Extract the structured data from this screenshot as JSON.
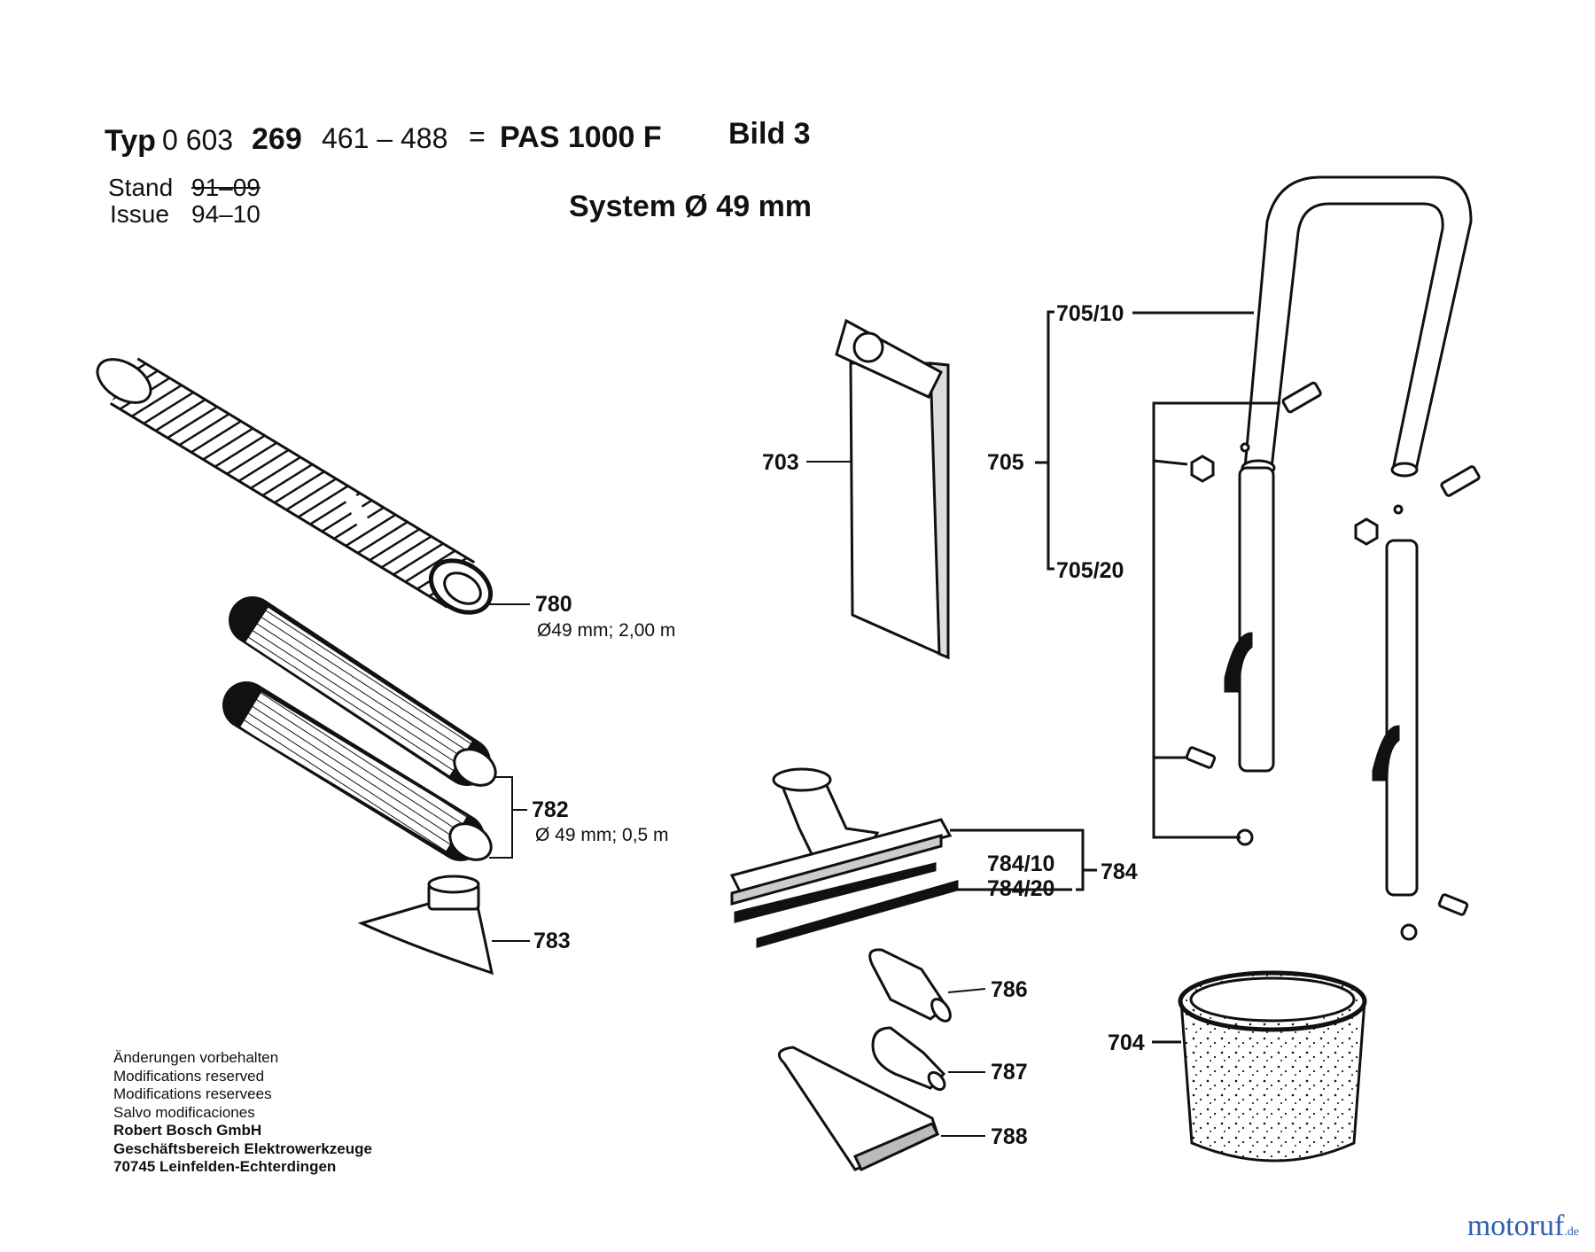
{
  "header": {
    "typ_label": "Typ",
    "typ_number_a": "0 603",
    "typ_number_b": "269",
    "range": "461 – 488",
    "equals": "=",
    "model": "PAS 1000 F",
    "bild": "Bild 3",
    "stand_label": "Stand",
    "stand_old": "91–09",
    "issue_label": "Issue",
    "issue_value": "94–10",
    "system": "System Ø 49 mm"
  },
  "parts": [
    {
      "num": "780",
      "spec": "Ø49 mm; 2,00 m",
      "name": "suction-hose"
    },
    {
      "num": "782",
      "spec": "Ø 49 mm; 0,5 m",
      "name": "extension-tubes"
    },
    {
      "num": "783",
      "name": "floor-nozzle-small"
    },
    {
      "num": "703",
      "name": "filter-bag"
    },
    {
      "num": "705",
      "name": "handle-assembly"
    },
    {
      "num": "705/10",
      "name": "handle-upper"
    },
    {
      "num": "705/20",
      "name": "handle-lower"
    },
    {
      "num": "784",
      "name": "floor-nozzle"
    },
    {
      "num": "784/10",
      "name": "nozzle-strip"
    },
    {
      "num": "784/20",
      "name": "nozzle-brush"
    },
    {
      "num": "786",
      "name": "crevice-nozzle"
    },
    {
      "num": "787",
      "name": "round-nozzle"
    },
    {
      "num": "788",
      "name": "wide-nozzle"
    },
    {
      "num": "704",
      "name": "filter-cartridge"
    }
  ],
  "footer": {
    "lines": [
      "Änderungen vorbehalten",
      "Modifications reserved",
      "Modifications reservees",
      "Salvo modificaciones"
    ],
    "company": [
      "Robert Bosch GmbH",
      "Geschäftsbereich Elektrowerkzeuge",
      "70745 Leinfelden-Echterdingen"
    ]
  },
  "watermark": {
    "text": "motoruf",
    "suffix": ".de",
    "color": "#2d5fb0"
  }
}
